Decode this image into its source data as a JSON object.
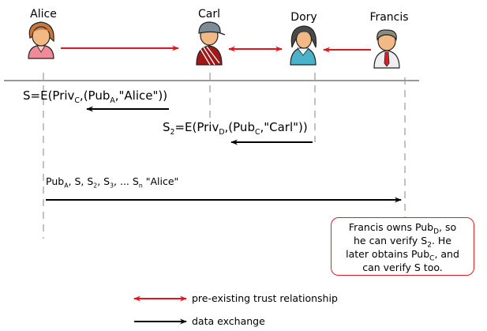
{
  "actors": [
    {
      "id": "alice",
      "name": "Alice"
    },
    {
      "id": "carl",
      "name": "Carl"
    },
    {
      "id": "dory",
      "name": "Dory"
    },
    {
      "id": "francis",
      "name": "Francis"
    }
  ],
  "messages": {
    "m1": {
      "prefix": "S=E(Priv",
      "sub1": "C",
      "mid1": ",(Pub",
      "sub2": "A",
      "mid2": ",\"Alice\"))"
    },
    "m2": {
      "pre": "S",
      "pre_sub": "2",
      "prefix": "=E(Priv",
      "sub1": "D",
      "mid1": ",(Pub",
      "sub2": "C",
      "mid2": ",\"Carl\"))"
    },
    "m3": {
      "p1": "Pub",
      "s1": "A",
      "p2": ", S, S",
      "s2": "2",
      "p3": ", S",
      "s3": "3",
      "p4": ", ... S",
      "s4": "n",
      "p5": " \"Alice\""
    }
  },
  "note": {
    "l1a": "Francis owns Pub",
    "l1s": "D",
    "l1b": ", so",
    "l2a": "he can verify S",
    "l2s": "2",
    "l2b": ". He",
    "l3a": "later obtains Pub",
    "l3s": "C",
    "l3b": ", and",
    "l4": "can verify S too."
  },
  "legend": {
    "trust": "pre-existing trust relationship",
    "data": "data exchange"
  },
  "colors": {
    "trust": "#e8141c",
    "data": "#000000",
    "note_border": "#e02020"
  }
}
